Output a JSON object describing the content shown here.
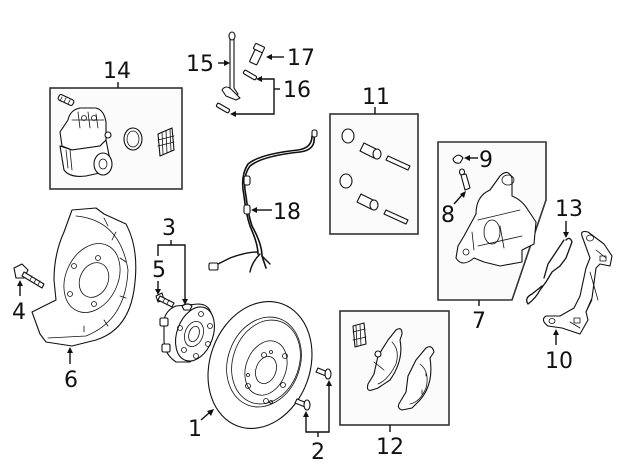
{
  "diagram": {
    "type": "exploded parts diagram",
    "subject": "rear disc brake assembly",
    "colors": {
      "line": "#111111",
      "box_border": "#333333",
      "box_fill": "#fbfbfb",
      "background": "#ffffff"
    },
    "callouts": [
      {
        "id": "1",
        "label": "1",
        "part": "brake rotor"
      },
      {
        "id": "2",
        "label": "2",
        "part": "rotor screws"
      },
      {
        "id": "3",
        "label": "3",
        "part": "hub & bearing assembly"
      },
      {
        "id": "4",
        "label": "4",
        "part": "hub bolt"
      },
      {
        "id": "5",
        "label": "5",
        "part": "wheel stud"
      },
      {
        "id": "6",
        "label": "6",
        "part": "splash shield"
      },
      {
        "id": "7",
        "label": "7",
        "part": "caliper assembly (boxed)"
      },
      {
        "id": "8",
        "label": "8",
        "part": "bleeder screw"
      },
      {
        "id": "9",
        "label": "9",
        "part": "bleeder cap"
      },
      {
        "id": "10",
        "label": "10",
        "part": "caliper support bracket"
      },
      {
        "id": "11",
        "label": "11",
        "part": "guide pin & boot kit (boxed)"
      },
      {
        "id": "12",
        "label": "12",
        "part": "brake pad set (boxed)"
      },
      {
        "id": "13",
        "label": "13",
        "part": "anti-rattle spring"
      },
      {
        "id": "14",
        "label": "14",
        "part": "parking brake actuator kit (boxed)"
      },
      {
        "id": "15",
        "label": "15",
        "part": "brake hose"
      },
      {
        "id": "16",
        "label": "16",
        "part": "clips"
      },
      {
        "id": "17",
        "label": "17",
        "part": "hose bolt"
      },
      {
        "id": "18",
        "label": "18",
        "part": "ABS wheel speed sensor"
      }
    ]
  }
}
